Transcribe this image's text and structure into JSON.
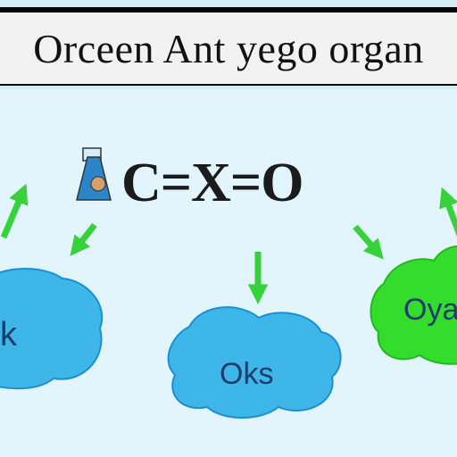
{
  "title": "Orceen Ant yego organ",
  "equation": "C=X=O",
  "clouds": [
    {
      "label": "k",
      "color": "#3fb6e8",
      "text_color": "#1c3b6e"
    },
    {
      "label": "Oks",
      "color": "#3fb6e8",
      "text_color": "#1c3b6e"
    },
    {
      "label": "Oya",
      "color": "#34dd2c",
      "text_color": "#1c3b6e"
    }
  ],
  "icons": {
    "flask": "flask-icon",
    "arrow": "green-arrow"
  },
  "colors": {
    "arrow": "#37d13a",
    "title_bar": "#050505",
    "background": "#e2f5fc"
  }
}
